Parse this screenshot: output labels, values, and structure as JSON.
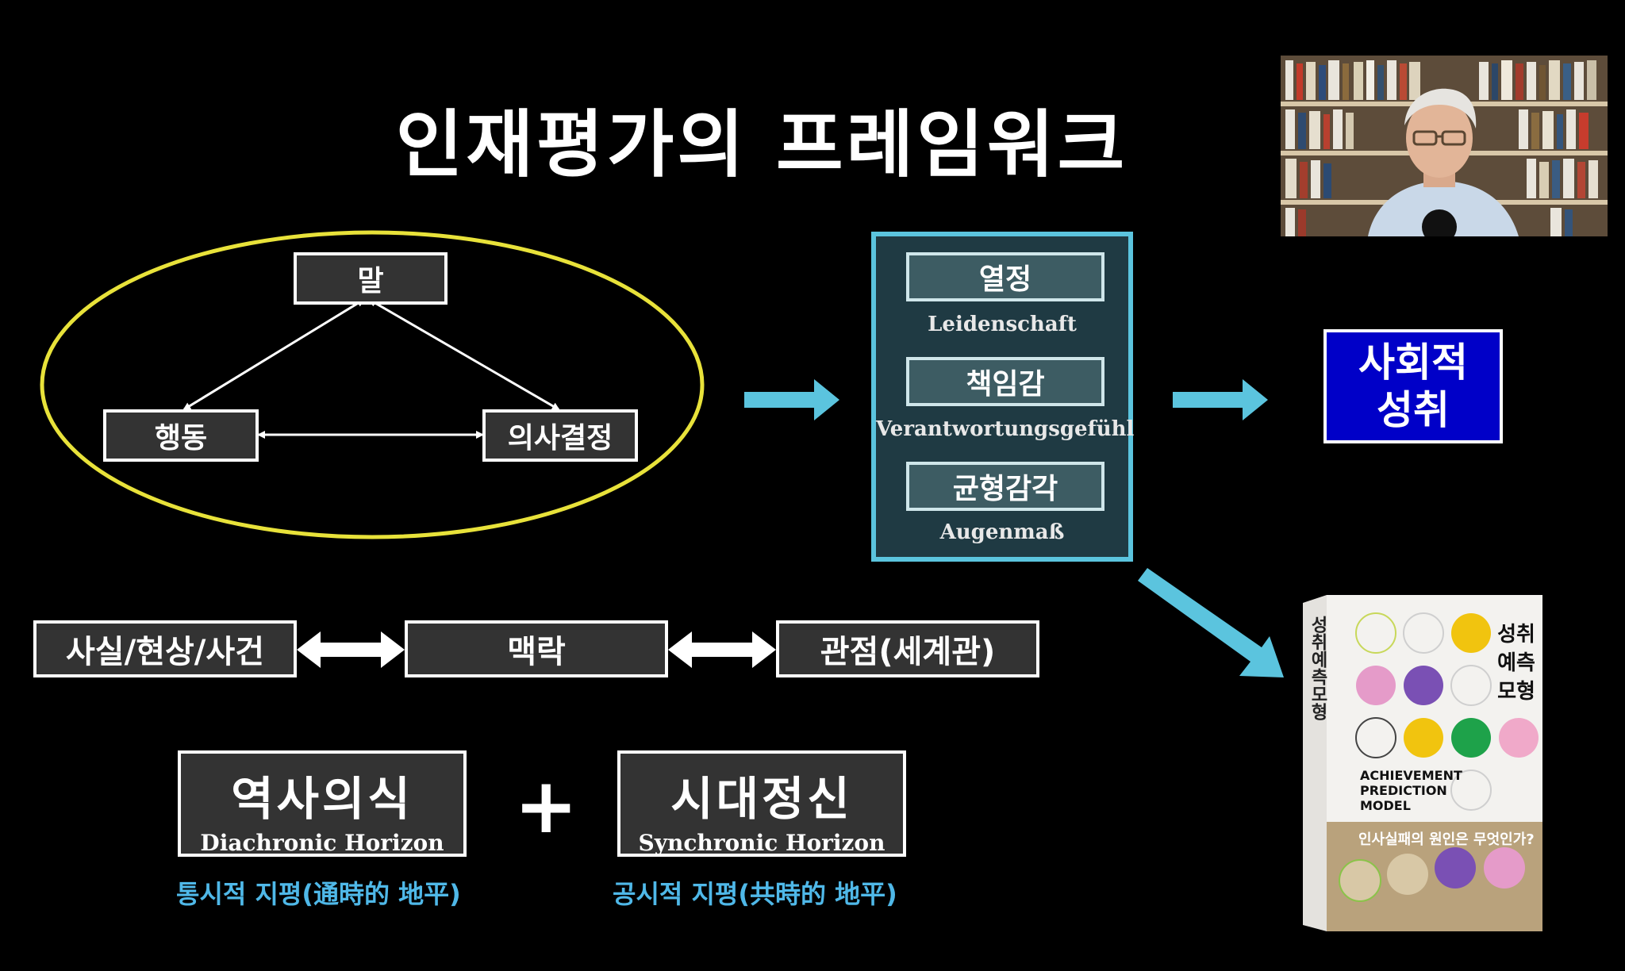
{
  "slide": {
    "title": "인재평가의 프레임워크",
    "triangle": {
      "top": "말",
      "left": "행동",
      "right": "의사결정"
    },
    "qualities": [
      {
        "ko": "열정",
        "de": "Leidenschaft"
      },
      {
        "ko": "책임감",
        "de": "Verantwortungsgefühl"
      },
      {
        "ko": "균형감각",
        "de": "Augenmaß"
      }
    ],
    "result": {
      "line1": "사회적",
      "line2": "성취"
    },
    "context_row": {
      "left": "사실/현상/사건",
      "center": "맥락",
      "right": "관점(세계관)"
    },
    "horizons": {
      "left": {
        "ko": "역사의식",
        "en": "Diachronic Horizon",
        "caption": "통시적 지평(通時的 地平)"
      },
      "plus": "+",
      "right": {
        "ko": "시대정신",
        "en": "Synchronic Horizon",
        "caption": "공시적 지평(共時的 地平)"
      }
    }
  },
  "book": {
    "spine_title": "성취예측모형",
    "cover_title": [
      "성취",
      "예측",
      "모형"
    ],
    "english": [
      "ACHIEVEMENT",
      "PREDICTION",
      "MODEL"
    ],
    "question": "인사실패의 원인은 무엇인가?"
  },
  "colors": {
    "ellipse": "#e8e23a",
    "teal_border": "#5bc4de",
    "arrow": "#5bc4de",
    "result_bg": "#0000c8",
    "caption": "#4fb8e8"
  }
}
